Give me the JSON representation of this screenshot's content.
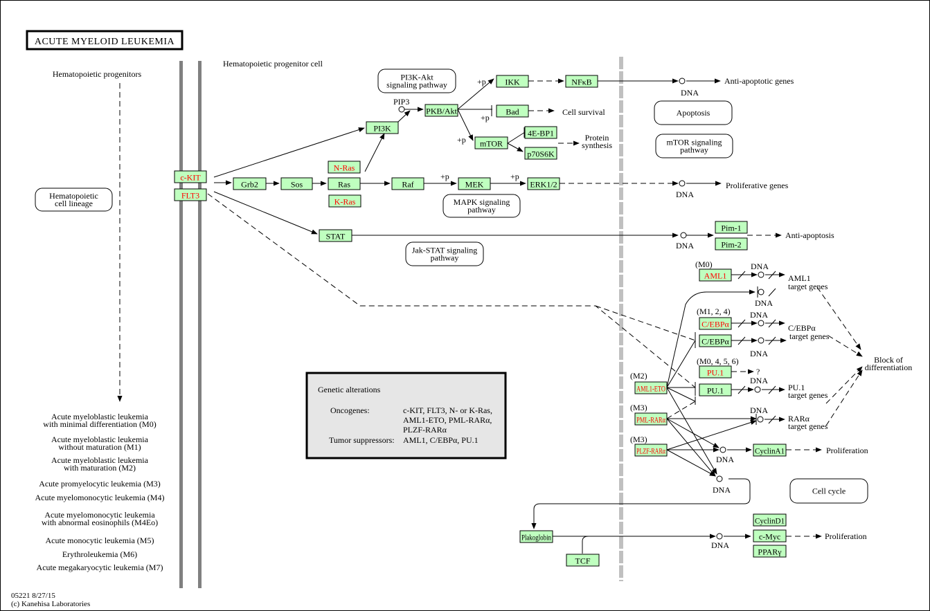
{
  "title": "ACUTE MYELOID LEUKEMIA",
  "labels": {
    "progenitors": "Hematopoietic progenitors",
    "progenitor_cell": "Hematopoietic progenitor cell",
    "pip3": "PIP3",
    "cell_survival": "Cell survival",
    "protein_synthesis": [
      "Protein",
      "synthesis"
    ],
    "anti_apoptotic_genes": "Anti-apoptotic genes",
    "proliferative_genes": "Proliferative genes",
    "anti_apoptosis": "Anti-apoptosis",
    "aml1_target": [
      "AML1",
      "target genes"
    ],
    "cebpa_target": [
      "C/EBPα",
      "target genes"
    ],
    "pu1_target": [
      "PU.1",
      "target genes"
    ],
    "rara_target": [
      "RARα",
      "target genes"
    ],
    "block_diff": [
      "Block of",
      "differentiation"
    ],
    "proliferation": "Proliferation",
    "question": "?",
    "dna": "DNA",
    "plus_p": "+p",
    "m0": "(M0)",
    "m124": "(M1, 2, 4)",
    "m0456": "(M0, 4, 5, 6)",
    "m2": "(M2)",
    "m3": "(M3)"
  },
  "pathways": {
    "hematopoietic_lineage": [
      "Hematopoietic",
      "cell lineage"
    ],
    "pi3k_akt": [
      "PI3K-Akt",
      "signaling pathway"
    ],
    "apoptosis": [
      "Apoptosis"
    ],
    "mtor": [
      "mTOR signaling",
      "pathway"
    ],
    "mapk": [
      "MAPK signaling",
      "pathway"
    ],
    "jak_stat": [
      "Jak-STAT signaling",
      "pathway"
    ],
    "cell_cycle": [
      "Cell cycle"
    ]
  },
  "genes": {
    "ckit": {
      "label": "c-KIT",
      "mutated": true
    },
    "flt3": {
      "label": "FLT3",
      "mutated": true
    },
    "grb2": {
      "label": "Grb2",
      "mutated": false
    },
    "sos": {
      "label": "Sos",
      "mutated": false
    },
    "nras": {
      "label": "N-Ras",
      "mutated": true
    },
    "ras": {
      "label": "Ras",
      "mutated": false
    },
    "kras": {
      "label": "K-Ras",
      "mutated": true
    },
    "raf": {
      "label": "Raf",
      "mutated": false
    },
    "mek": {
      "label": "MEK",
      "mutated": false
    },
    "erk": {
      "label": "ERK1/2",
      "mutated": false
    },
    "pi3k": {
      "label": "PI3K",
      "mutated": false
    },
    "akt": {
      "label": "PKB/Akt",
      "mutated": false
    },
    "ikk": {
      "label": "IKK",
      "mutated": false
    },
    "nfkb": {
      "label": "NFκB",
      "mutated": false
    },
    "bad": {
      "label": "Bad",
      "mutated": false
    },
    "mtor": {
      "label": "mTOR",
      "mutated": false
    },
    "ebp1": {
      "label": "4E-BP1",
      "mutated": false
    },
    "p70": {
      "label": "p70S6K",
      "mutated": false
    },
    "stat": {
      "label": "STAT",
      "mutated": false
    },
    "pim1": {
      "label": "Pim-1",
      "mutated": false
    },
    "pim2": {
      "label": "Pim-2",
      "mutated": false
    },
    "aml1": {
      "label": "AML1",
      "mutated": true
    },
    "cebpa_m": {
      "label": "C/EBPα",
      "mutated": true
    },
    "cebpa": {
      "label": "C/EBPα",
      "mutated": false
    },
    "pu1_m": {
      "label": "PU.1",
      "mutated": true
    },
    "pu1": {
      "label": "PU.1",
      "mutated": false
    },
    "aml1eto": {
      "label": "AML1-ETO",
      "mutated": true
    },
    "pmlrara": {
      "label": "PML-RARα",
      "mutated": true
    },
    "plzfrara": {
      "label": "PLZF-RARα",
      "mutated": true
    },
    "cyclina1": {
      "label": "CyclinA1",
      "mutated": false
    },
    "pkg": {
      "label": "Plakoglobin",
      "mutated": false
    },
    "tcf": {
      "label": "TCF",
      "mutated": false
    },
    "cyclind1": {
      "label": "CyclinD1",
      "mutated": false
    },
    "cmyc": {
      "label": "c-Myc",
      "mutated": false
    },
    "pparg": {
      "label": "PPARγ",
      "mutated": false
    }
  },
  "legend": {
    "heading": "Genetic alterations",
    "oncogenes_label": "Oncogenes:",
    "oncogenes": [
      "c-KIT, FLT3, N- or K-Ras,",
      "AML1-ETO, PML-RARα,",
      "PLZF-RARα"
    ],
    "suppressors_label": "Tumor suppressors:",
    "suppressors": "AML1, C/EBPα, PU.1"
  },
  "subtypes": [
    [
      "Acute myeloblastic leukemia",
      "with minimal differentiation (M0)"
    ],
    [
      "Acute myeloblastic leukemia",
      "without maturation (M1)"
    ],
    [
      "Acute myeloblastic leukemia",
      "with maturation (M2)"
    ],
    [
      "Acute promyelocytic leukemia (M3)"
    ],
    [
      "Acute myelomonocytic leukemia (M4)"
    ],
    [
      "Acute myelomonocytic leukemia",
      "with abnormal eosinophils (M4Eo)"
    ],
    [
      "Acute monocytic leukemia (M5)"
    ],
    [
      "Erythroleukemia (M6)"
    ],
    [
      "Acute megakaryocytic leukemia (M7)"
    ]
  ],
  "footer": {
    "id_date": "05221 8/27/15",
    "copyright": "(c) Kanehisa Laboratories"
  },
  "colors": {
    "gene_fill": "#bfffbf",
    "mutated_text": "#ff0000",
    "membrane": "#808080",
    "nucleus_border": "#c0c0c0",
    "legend_fill": "#e6e6e6"
  }
}
